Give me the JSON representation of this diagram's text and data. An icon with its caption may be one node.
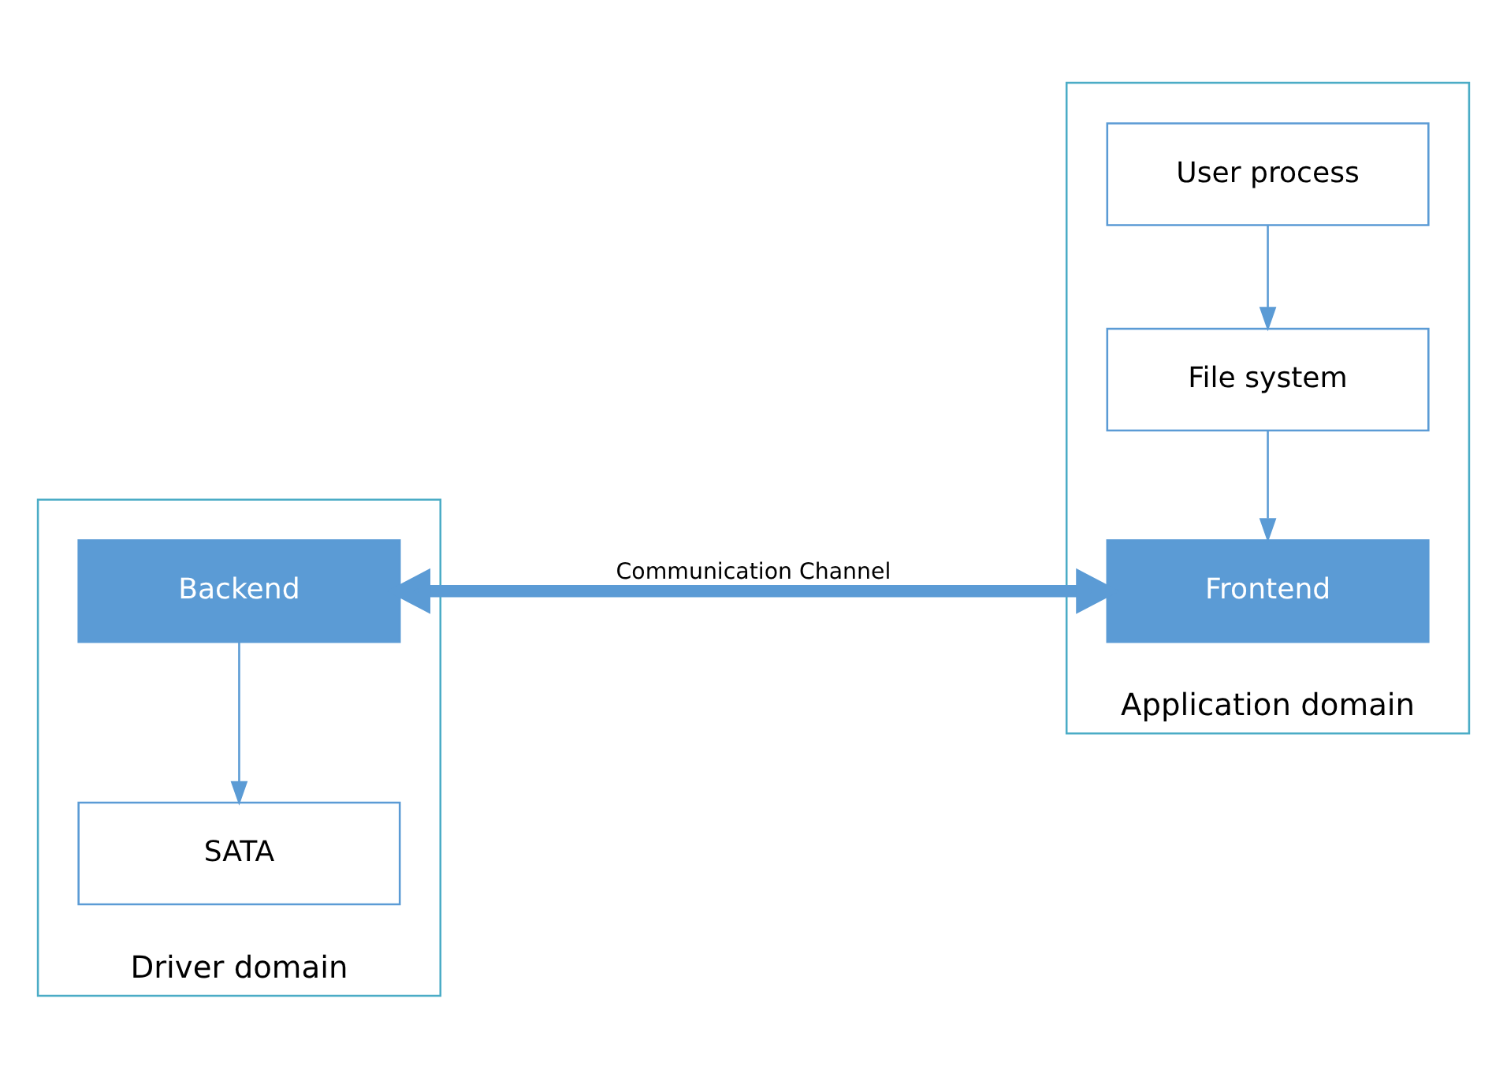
{
  "diagram": {
    "nodes": [
      {
        "text": [
          "Driver domain"
        ]
      },
      {
        "text": [
          "Backend"
        ],
        "in": 0
      },
      {
        "text": [
          "SATA"
        ],
        "in": 0
      },
      {
        "text": [
          "Application domain"
        ]
      },
      {
        "text": [
          "User process"
        ],
        "in": 3
      },
      {
        "text": [
          "File system"
        ],
        "in": 3
      },
      {
        "text": [
          "Frontend"
        ],
        "in": 3
      }
    ],
    "edges": [
      {
        "from": 4,
        "to": 5,
        "arrow": "to"
      },
      {
        "from": 5,
        "to": 6,
        "arrow": "to"
      },
      {
        "from": 1,
        "to": 2,
        "arrow": "to"
      },
      {
        "from": 1,
        "to": 6,
        "arrow": "both",
        "label": "Communication Channel",
        "style": "thick"
      }
    ]
  }
}
